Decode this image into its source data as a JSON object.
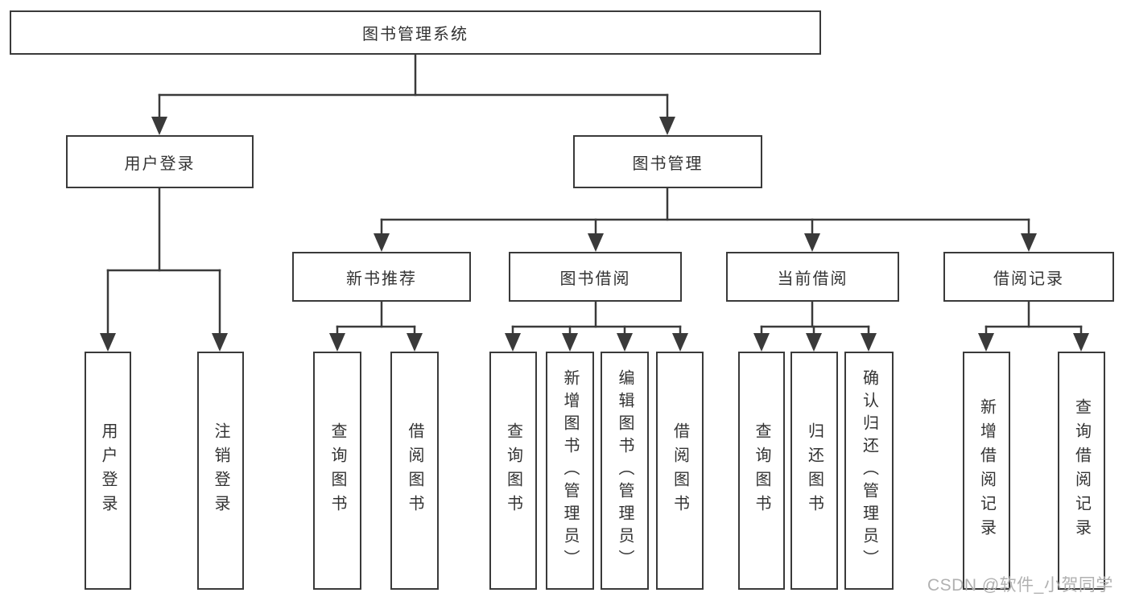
{
  "root": {
    "label": "图书管理系统"
  },
  "branches": [
    {
      "label": "用户登录",
      "leaves": [
        {
          "label": "用户登录"
        },
        {
          "label": "注销登录"
        }
      ]
    },
    {
      "label": "图书管理",
      "groups": [
        {
          "label": "新书推荐",
          "leaves": [
            {
              "label": "查询图书"
            },
            {
              "label": "借阅图书"
            }
          ]
        },
        {
          "label": "图书借阅",
          "leaves": [
            {
              "label": "查询图书"
            },
            {
              "label": "新增图书（管理员）"
            },
            {
              "label": "编辑图书（管理员）"
            },
            {
              "label": "借阅图书"
            }
          ]
        },
        {
          "label": "当前借阅",
          "leaves": [
            {
              "label": "查询图书"
            },
            {
              "label": "归还图书"
            },
            {
              "label": "确认归还（管理员）"
            }
          ]
        },
        {
          "label": "借阅记录",
          "leaves": [
            {
              "label": "新增借阅记录"
            },
            {
              "label": "查询借阅记录"
            }
          ]
        }
      ]
    }
  ],
  "watermark": {
    "text": "CSDN @软件_小贺同学"
  },
  "colors": {
    "line": "#3a3a3a",
    "text": "#333333",
    "watermark": "#b1b1b1",
    "background": "#ffffff"
  }
}
